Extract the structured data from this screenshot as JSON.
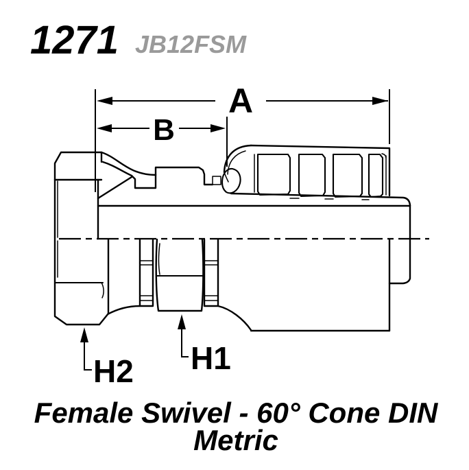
{
  "header": {
    "part_number": "1271",
    "part_code": "JB12FSM"
  },
  "dimensions": {
    "a_label": "A",
    "b_label": "B",
    "h1_label": "H1",
    "h2_label": "H2"
  },
  "caption": {
    "line1": "Female Swivel - 60° Cone DIN",
    "line2": "Metric"
  },
  "colors": {
    "ink": "#000000",
    "muted_gray": "#9A9A9A",
    "background": "#FFFFFF"
  }
}
